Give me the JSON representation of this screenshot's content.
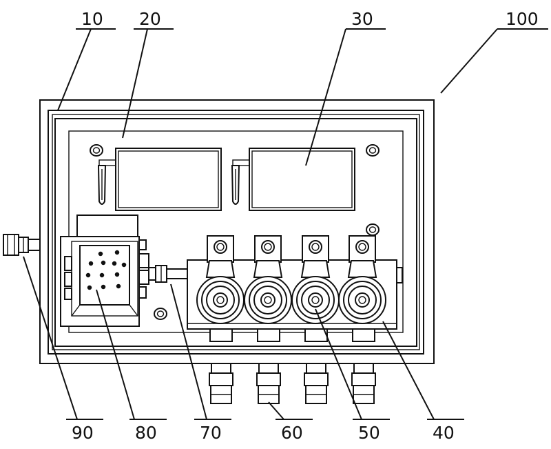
{
  "labels": {
    "l10": "10",
    "l20": "20",
    "l30": "30",
    "l100": "100",
    "l90": "90",
    "l80": "80",
    "l70": "70",
    "l60": "60",
    "l50": "50",
    "l40": "40"
  }
}
